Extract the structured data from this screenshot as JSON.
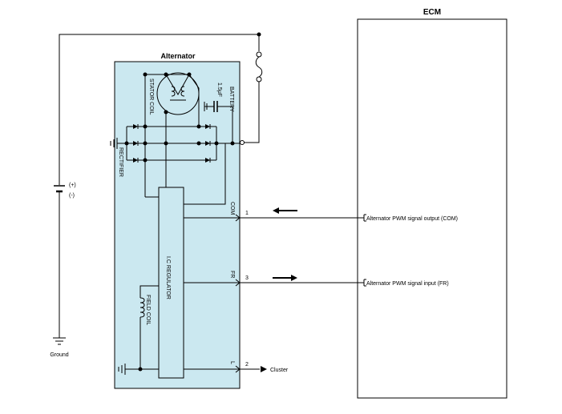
{
  "labels": {
    "ecm": "ECM",
    "alternator": "Alternator",
    "stator_coil": "STATOR COIL",
    "capacitor": "1.5μF",
    "battery": "BATTERY",
    "rectifier": "RECTIFIER",
    "ic_regulator": "I.C REGULATOR",
    "field_coil": "FIELD COIL",
    "battery_plus": "(+)",
    "battery_minus": "(-)",
    "ground": "Ground",
    "cluster": "Cluster"
  },
  "terminals": [
    {
      "id": "com",
      "name": "COM",
      "pin": "1",
      "signal": "Alternator PWM signal output (COM)"
    },
    {
      "id": "fr",
      "name": "FR",
      "pin": "3",
      "signal": "Alternator PWM signal input (FR)"
    },
    {
      "id": "l",
      "name": "L",
      "pin": "2"
    }
  ],
  "colors": {
    "alternator_fill": "#cbe8f0",
    "line": "#000000"
  }
}
